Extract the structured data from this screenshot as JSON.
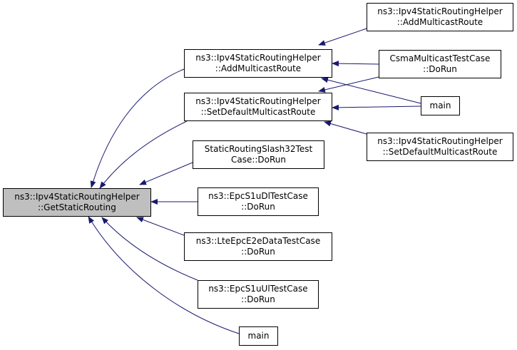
{
  "colors": {
    "edge": "#191970",
    "focus_fill": "#bfbfbf",
    "node_fill": "#ffffff",
    "border": "#000000"
  },
  "nodes": {
    "get_static_routing": {
      "line1": "ns3::Ipv4StaticRoutingHelper",
      "line2": "::GetStaticRouting"
    },
    "add_multicast_route": {
      "line1": "ns3::Ipv4StaticRoutingHelper",
      "line2": "::AddMulticastRoute"
    },
    "set_default_multicast_route": {
      "line1": "ns3::Ipv4StaticRoutingHelper",
      "line2": "::SetDefaultMulticastRoute"
    },
    "static_routing_slash32": {
      "line1": "StaticRoutingSlash32Test",
      "line2": "Case::DoRun"
    },
    "epc_s1u_dl": {
      "line1": "ns3::EpcS1uDlTestCase",
      "line2": "::DoRun"
    },
    "lte_epc_e2e": {
      "line1": "ns3::LteEpcE2eDataTestCase",
      "line2": "::DoRun"
    },
    "epc_s1u_ul": {
      "line1": "ns3::EpcS1uUlTestCase",
      "line2": "::DoRun"
    },
    "main_bottom": {
      "line1": "main"
    },
    "add_multicast_route_top": {
      "line1": "ns3::Ipv4StaticRoutingHelper",
      "line2": "::AddMulticastRoute"
    },
    "csma_multicast": {
      "line1": "CsmaMulticastTestCase",
      "line2": "::DoRun"
    },
    "main_right": {
      "line1": "main"
    },
    "set_default_multicast_route_right": {
      "line1": "ns3::Ipv4StaticRoutingHelper",
      "line2": "::SetDefaultMulticastRoute"
    }
  }
}
